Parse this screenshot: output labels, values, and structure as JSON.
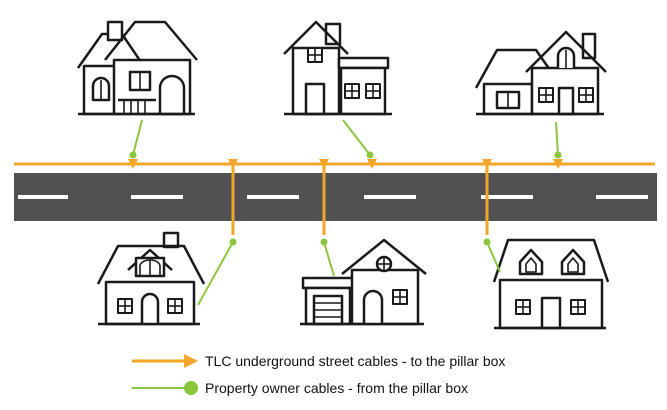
{
  "colors": {
    "street_cable": "#f2a62a",
    "owner_cable": "#8cc63f",
    "road": "#505153",
    "road_marking": "#ffffff",
    "house_outline": "#1a1a1a"
  },
  "icons": {
    "house": "house-icon",
    "street_cable_marker": "arrow-head-marker",
    "owner_cable_marker": "dot-marker"
  },
  "legend": {
    "street_cables_label": "TLC underground street cables - to the pillar box",
    "owner_cables_label": "Property owner cables - from the pillar box"
  }
}
